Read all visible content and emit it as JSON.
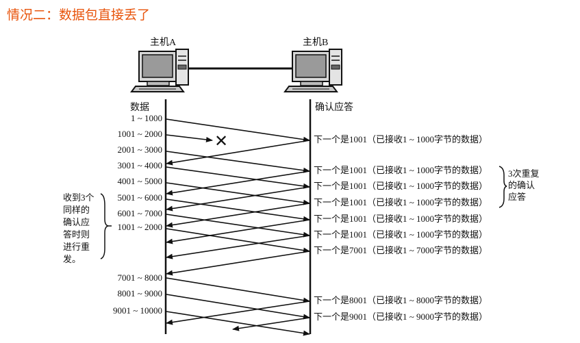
{
  "title": "情况二：数据包直接丢了",
  "host_a": {
    "label": "主机A"
  },
  "host_b": {
    "label": "主机B"
  },
  "column_headers": {
    "data": "数据",
    "ack": "确认应答"
  },
  "segments": [
    "1 ~ 1000",
    "1001 ~ 2000",
    "2001 ~ 3000",
    "3001 ~ 4000",
    "4001 ~ 5000",
    "5001 ~ 6000",
    "6001 ~ 7000",
    "1001 ~ 2000",
    "7001 ~ 8000",
    "8001 ~ 9000",
    "9001 ~ 10000"
  ],
  "acks": [
    "下一个是1001（已接收1 ~ 1000字节的数据）",
    "下一个是1001（已接收1 ~ 1000字节的数据）",
    "下一个是1001（已接收1 ~ 1000字节的数据）",
    "下一个是1001（已接收1 ~ 1000字节的数据）",
    "下一个是1001（已接收1 ~ 1000字节的数据）",
    "下一个是1001（已接收1 ~ 1000字节的数据）",
    "下一个是7001（已接收1 ~ 7000字节的数据）",
    "下一个是8001（已接收1 ~ 8000字节的数据）",
    "下一个是9001（已接收1 ~ 9000字节的数据）"
  ],
  "repeat_note": [
    "3次重复",
    "的确认",
    "应答"
  ],
  "retransmit_note": [
    "收到3个",
    "同样的",
    "确认应",
    "答时则",
    "进行重",
    "发。"
  ],
  "loss_mark": "✕"
}
